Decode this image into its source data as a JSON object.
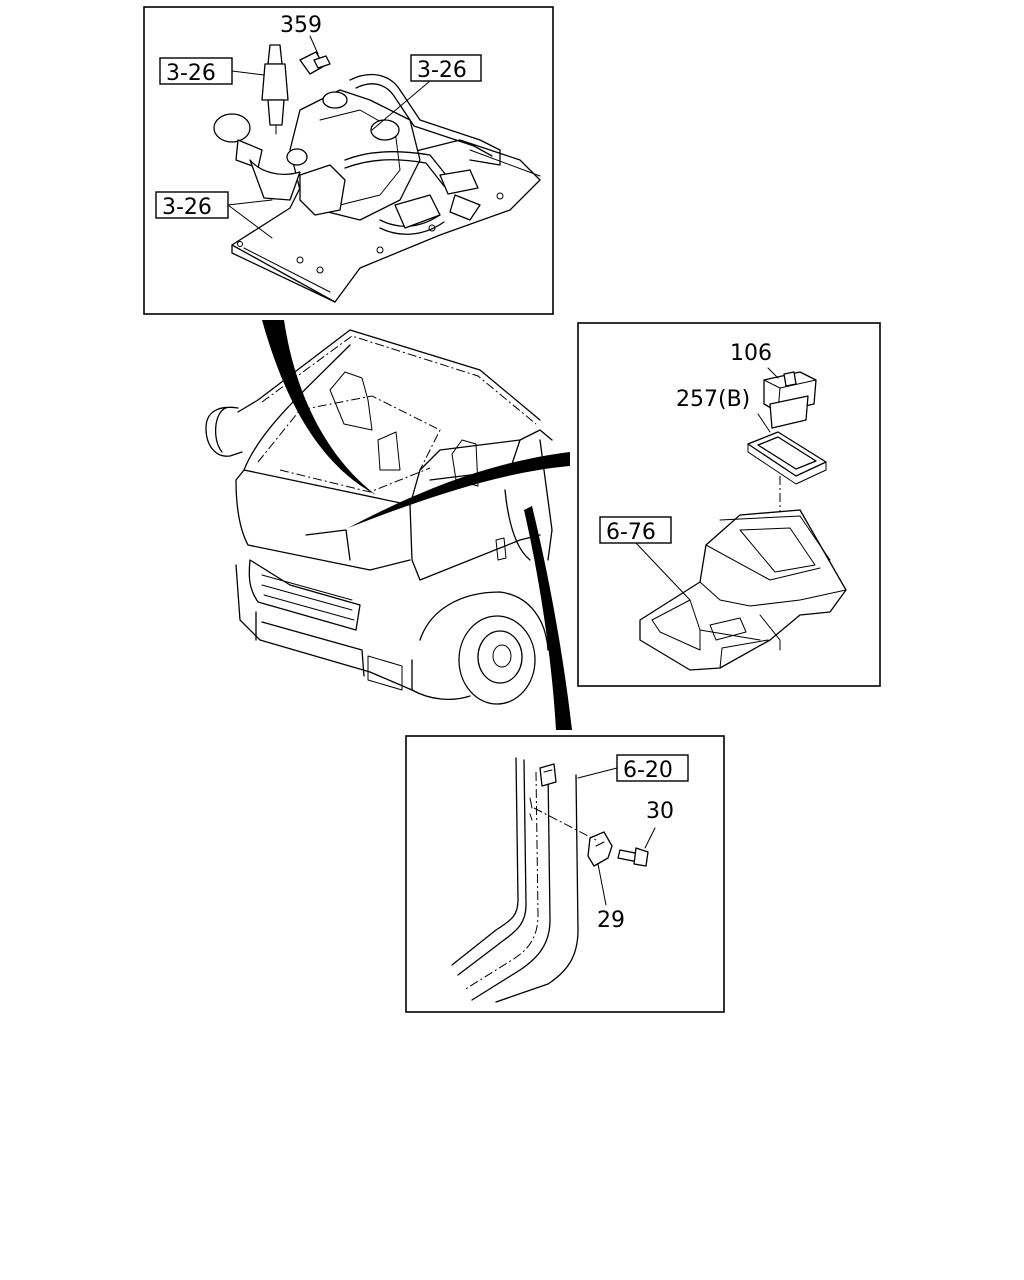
{
  "callouts": {
    "top_left": {
      "ref_a": "3-26",
      "ref_b": "3-26",
      "ref_c": "3-26",
      "part_359": "359"
    },
    "right": {
      "ref": "6-76",
      "part_106": "106",
      "part_257": "257(B)"
    },
    "bottom": {
      "ref": "6-20",
      "part_30": "30",
      "part_29": "29"
    }
  }
}
